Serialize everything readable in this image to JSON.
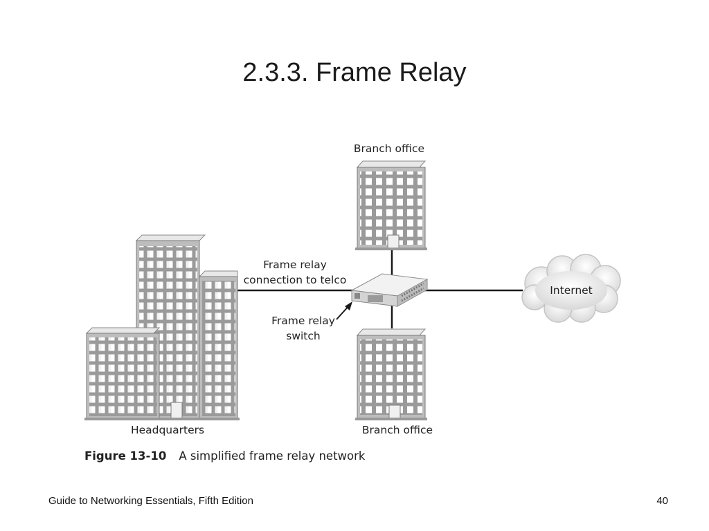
{
  "slide": {
    "title": "2.3.3. Frame Relay"
  },
  "diagram": {
    "labels": {
      "branch_office_top": "Branch office",
      "branch_office_bottom": "Branch office",
      "headquarters": "Headquarters",
      "internet": "Internet",
      "connection_line1": "Frame relay",
      "connection_line2": "connection to telco",
      "switch_line1": "Frame relay",
      "switch_line2": "switch"
    },
    "colors": {
      "line": "#1a1a1a",
      "building_face": "#c9c9c9",
      "building_window": "#ffffff",
      "cloud": "#e6e6e6"
    }
  },
  "figure": {
    "number": "Figure 13-10",
    "caption": "A simplified frame relay network"
  },
  "footer": {
    "left": "Guide to Networking Essentials, Fifth Edition",
    "page": "40"
  }
}
